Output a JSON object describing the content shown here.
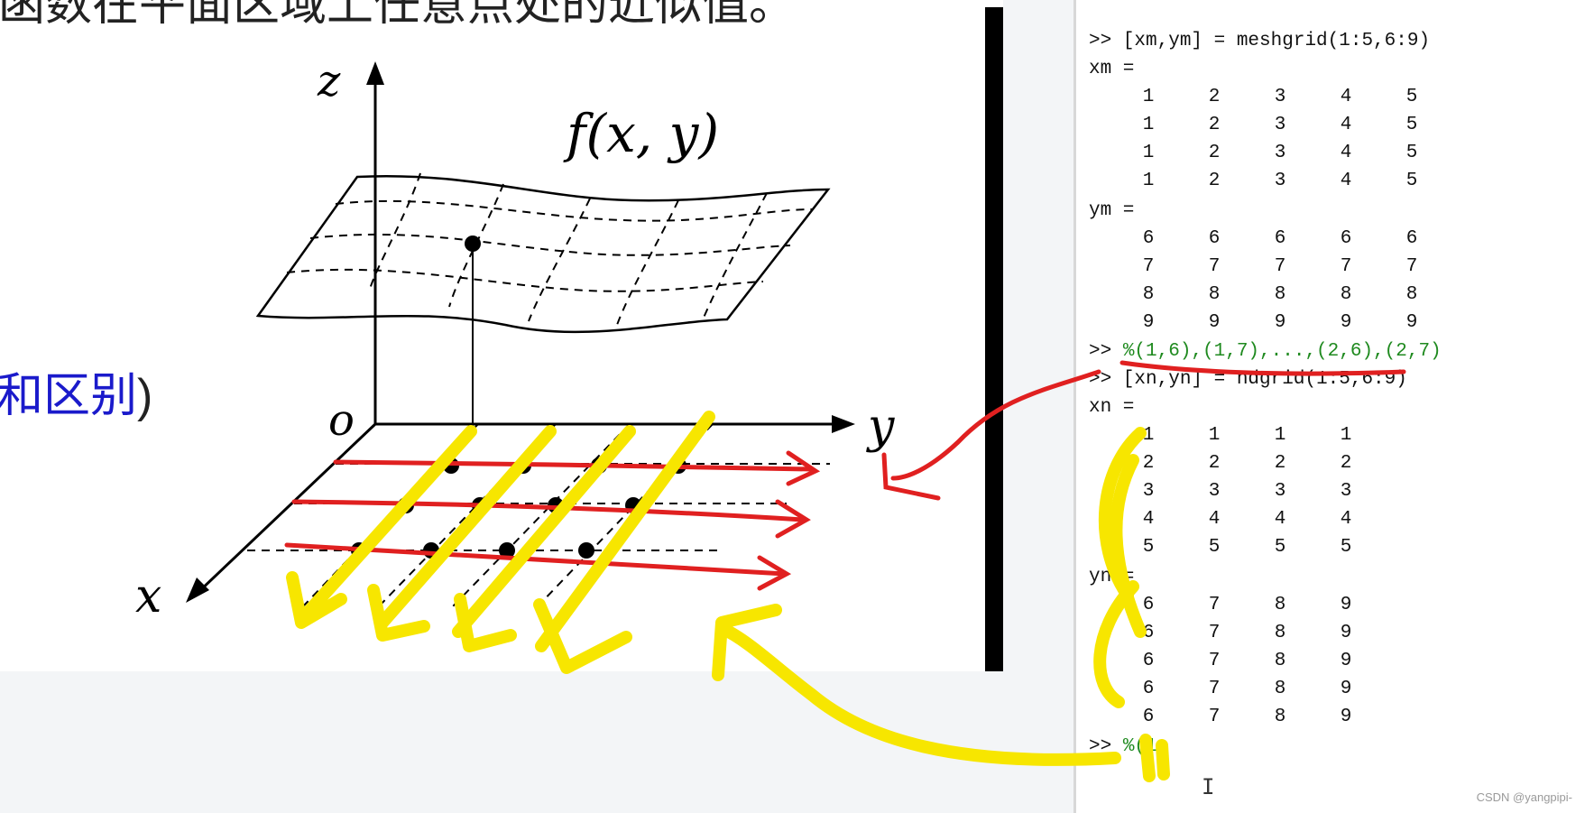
{
  "slide": {
    "header_text": "函数在平面区域上任意点处的近似值。",
    "side_caption_text": "和区别",
    "side_caption_paren": ")",
    "surface_label": "f(x, y)",
    "axis_z": "z",
    "axis_y": "y",
    "axis_x": "x",
    "origin": "o"
  },
  "console": {
    "cmd1": ">> [xm,ym] = meshgrid(1:5,6:9)",
    "xm_label": "xm =",
    "xm_rows": [
      [
        1,
        2,
        3,
        4,
        5
      ],
      [
        1,
        2,
        3,
        4,
        5
      ],
      [
        1,
        2,
        3,
        4,
        5
      ],
      [
        1,
        2,
        3,
        4,
        5
      ]
    ],
    "ym_label": "ym =",
    "ym_rows": [
      [
        6,
        6,
        6,
        6,
        6
      ],
      [
        7,
        7,
        7,
        7,
        7
      ],
      [
        8,
        8,
        8,
        8,
        8
      ],
      [
        9,
        9,
        9,
        9,
        9
      ]
    ],
    "cmd2_prompt": ">> ",
    "cmd2_comment": "%(1,6),(1,7),...,(2,6),(2,7)",
    "cmd3": ">> [xn,yn] = ndgrid(1:5,6:9)",
    "xn_label": "xn =",
    "xn_rows": [
      [
        1,
        1,
        1,
        1
      ],
      [
        2,
        2,
        2,
        2
      ],
      [
        3,
        3,
        3,
        3
      ],
      [
        4,
        4,
        4,
        4
      ],
      [
        5,
        5,
        5,
        5
      ]
    ],
    "yn_label": "yn =",
    "yn_rows": [
      [
        6,
        7,
        8,
        9
      ],
      [
        6,
        7,
        8,
        9
      ],
      [
        6,
        7,
        8,
        9
      ],
      [
        6,
        7,
        8,
        9
      ],
      [
        6,
        7,
        8,
        9
      ]
    ],
    "cmd4_prompt": ">> ",
    "cmd4_comment": "%(1"
  },
  "watermark": "CSDN @yangpipi-",
  "colors": {
    "annotation_red": "#e02020",
    "annotation_yellow": "#f7e600",
    "comment_green": "#1f8a1f",
    "caption_blue": "#1a1acb"
  }
}
